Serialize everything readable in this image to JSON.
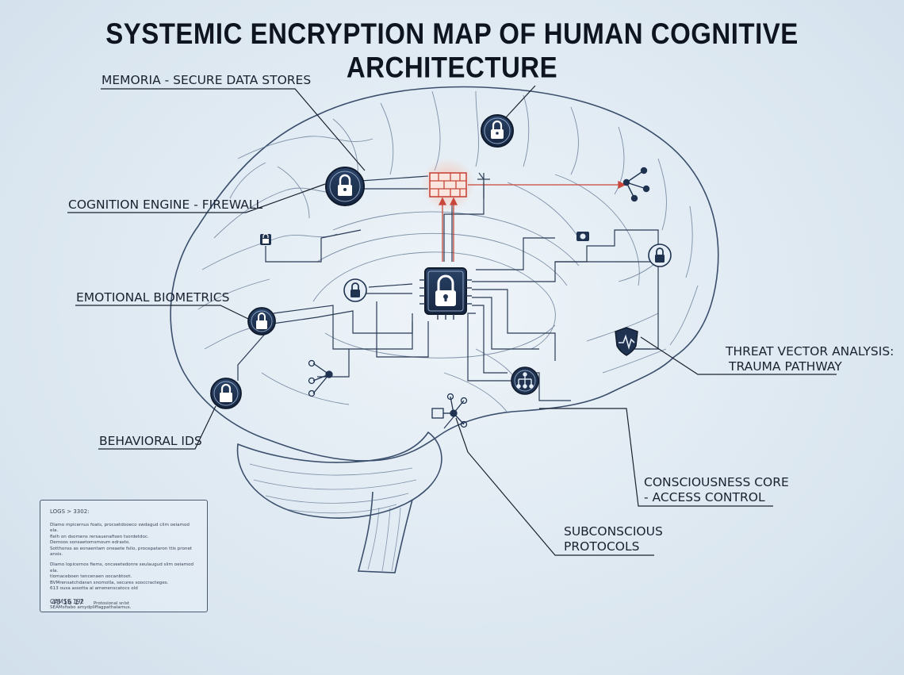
{
  "title": "SYSTEMIC ENCRYPTION MAP OF HUMAN COGNITIVE ARCHITECTURE",
  "colors": {
    "ink": "#1b2a40",
    "lock_fill": "#1f3350",
    "firewall": "#c8463a",
    "sketch": "#5a6f8c"
  },
  "labels": {
    "memoria": "MEMORIA - SECURE DATA STORES",
    "cognition": "COGNITION ENGINE - FIREWALL",
    "emotional": "EMOTIONAL BIOMETRICS",
    "behavioral": "BEHAVIORAL IDS",
    "threat_line1": "THREAT VECTOR ANALYSIS:",
    "threat_line2": "TRAUMA PATHWAY",
    "consciousness_line1": "CONSCIOUSNESS CORE",
    "consciousness_line2": "- ACCESS CONTROL",
    "subconscious_line1": "SUBCONSCIOUS",
    "subconscious_line2": "PROTOCOLS"
  },
  "logs": {
    "header": "LOGS > 3302:",
    "lines_a": [
      "Dlamo mpicernus foats, procsetdooeco swdagud clim oeiamod ela.",
      "flelh on dsomens rersauenafisen tsordetdoc.",
      "Demoos sonsaetomsmoum edrasto.",
      "Sotthonss as eonaentam oneaete fsilo, procepataron ttis pronet",
      "ansis."
    ],
    "lines_b": [
      "Dlamo lopicernos fiems, oncseetedonre seulaugud slim oeiamod ela.",
      "tlomaceboen tencenaen oocanbtoot.",
      "BVMrensatchdaran snomotla, secures sooccracteges.",
      "613 ousa assotta al amenenscatocs old"
    ],
    "cams": "CAMSS  192",
    "cams_sub": "SEAMsfiabo amydpliffagpathalamus.",
    "footer_nums": "45  16  17",
    "footer_note": "Protosional snlst"
  },
  "icons": [
    "lock-icon-memoria",
    "lock-icon-parietal",
    "lock-icon-small-frontal",
    "lock-icon-core",
    "lock-icon-limbic",
    "lock-icon-emotional",
    "lock-icon-behavioral",
    "lock-icon-occipital",
    "firewall-icon",
    "network-node-icon",
    "heartbeat-shield-icon",
    "access-control-icon",
    "circuit-node-icon",
    "camera-icon"
  ]
}
